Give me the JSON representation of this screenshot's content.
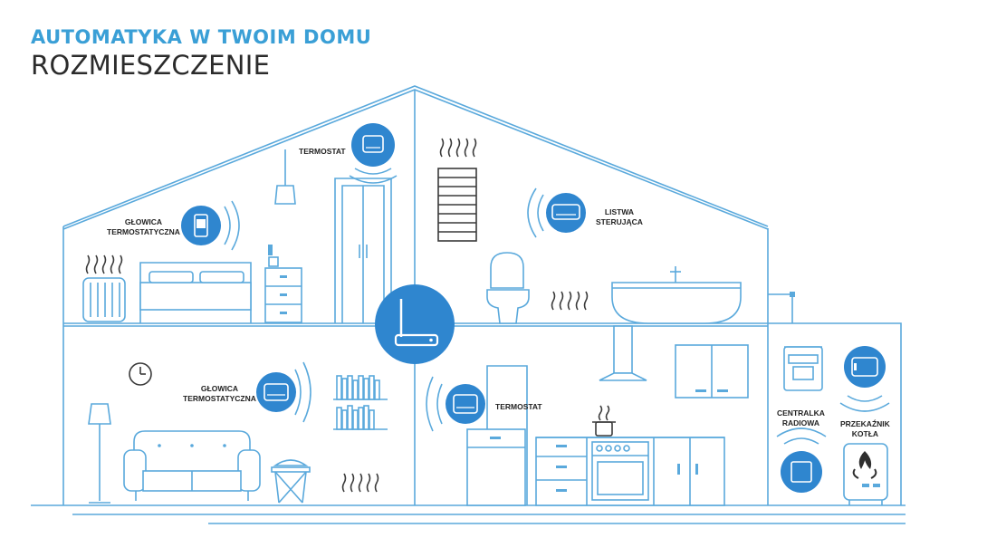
{
  "header": {
    "subtitle": "AUTOMATYKA W TWOIM DOMU",
    "title": "ROZMIESZCZENIE"
  },
  "labels": {
    "termostat_top": "TERMOSTAT",
    "glowica_top_1": "GŁOWICA",
    "glowica_top_2": "TERMOSTATYCZNA",
    "listwa_1": "LISTWA",
    "listwa_2": "STERUJĄCA",
    "glowica_bottom_1": "GŁOWICA",
    "glowica_bottom_2": "TERMOSTATYCZNA",
    "termostat_bottom": "TERMOSTAT",
    "centralka_1": "CENTRALKA",
    "centralka_2": "RADIOWA",
    "przekaznik_1": "PRZEKAŹNIK",
    "przekaznik_2": "KOTŁA"
  },
  "colors": {
    "accent": "#3a9fd6",
    "line": "#5aa9dc",
    "device_circle": "#2f86cf",
    "text": "#2b2b2b"
  }
}
